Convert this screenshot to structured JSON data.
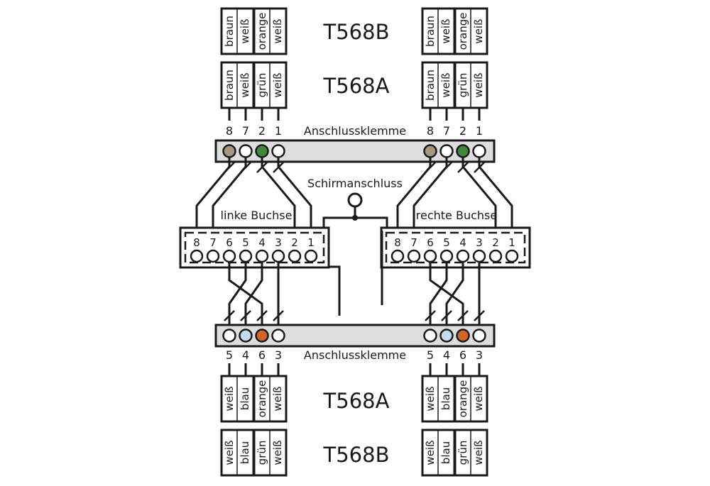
{
  "top": {
    "standards": {
      "b": "T568B",
      "a": "T568A"
    },
    "left_pair1": {
      "b": [
        "braun",
        "weiß"
      ],
      "a": [
        "braun",
        "weiß"
      ]
    },
    "left_pair2": {
      "b": [
        "orange",
        "weiß"
      ],
      "a": [
        "grün",
        "weiß"
      ]
    },
    "right_pair1": {
      "b": [
        "braun",
        "weiß"
      ],
      "a": [
        "braun",
        "weiß"
      ]
    },
    "right_pair2": {
      "b": [
        "orange",
        "weiß"
      ],
      "a": [
        "grün",
        "weiß"
      ]
    },
    "terminal_label": "Anschlussklemme",
    "terminal_numbers": [
      "8",
      "7",
      "2",
      "1"
    ],
    "terminal_colors": [
      "#a79780",
      "#ffffff",
      "#3f8a3a",
      "#ffffff"
    ]
  },
  "middle": {
    "shield_label": "Schirmanschluss",
    "left_socket_label": "linke Buchse",
    "right_socket_label": "rechte Buchse",
    "socket_pins": [
      "8",
      "7",
      "6",
      "5",
      "4",
      "3",
      "2",
      "1"
    ]
  },
  "bottom": {
    "standards": {
      "a": "T568A",
      "b": "T568B"
    },
    "left_pair1": {
      "a": [
        "weiß",
        "blau"
      ],
      "b": [
        "weiß",
        "blau"
      ]
    },
    "left_pair2": {
      "a": [
        "orange",
        "weiß"
      ],
      "b": [
        "grün",
        "weiß"
      ]
    },
    "right_pair1": {
      "a": [
        "weiß",
        "blau"
      ],
      "b": [
        "weiß",
        "blau"
      ]
    },
    "right_pair2": {
      "a": [
        "orange",
        "weiß"
      ],
      "b": [
        "grün",
        "weiß"
      ]
    },
    "terminal_label": "Anschlussklemme",
    "terminal_numbers": [
      "5",
      "4",
      "6",
      "3"
    ],
    "terminal_colors": [
      "#ffffff",
      "#c3dcee",
      "#d4652a",
      "#ffffff"
    ]
  },
  "colors": {
    "line": "#1a1a1a",
    "strip_fill": "#dedede",
    "socket_fill": "#ffffff"
  }
}
